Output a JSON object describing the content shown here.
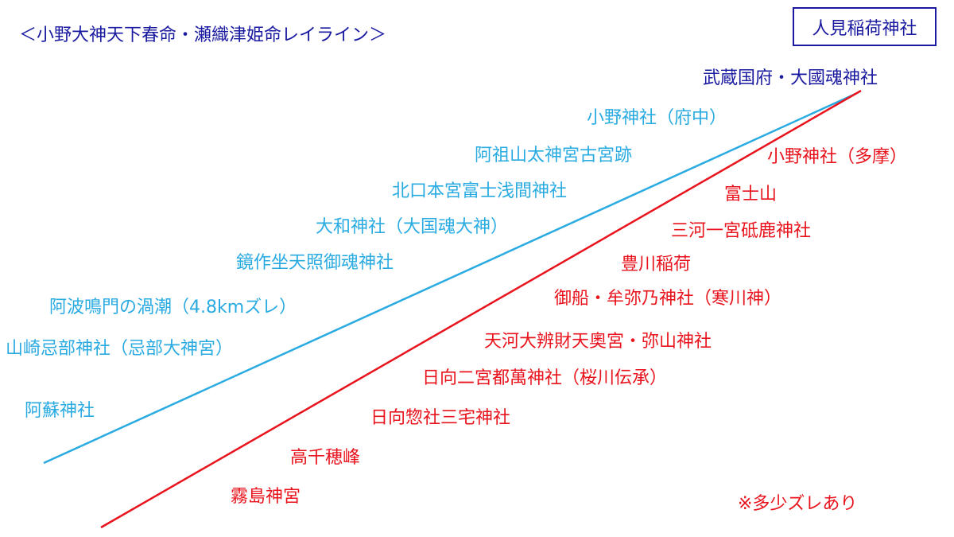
{
  "title": "＜小野大神天下春命・瀬織津姫命レイライン＞",
  "boxed_label": "人見稲荷神社",
  "top_label": "武蔵国府・大國魂神社",
  "blue_line": {
    "color": "#29abe2",
    "labels": [
      "小野神社（府中）",
      "阿祖山太神宮古宮跡",
      "北口本宮富士浅間神社",
      "大和神社（大国魂大神）",
      "鏡作坐天照御魂神社",
      "阿波鳴門の渦潮（4.8kmズレ）",
      "山崎忌部神社（忌部大神宮）",
      "阿蘇神社"
    ]
  },
  "red_line": {
    "color": "#e8131c",
    "labels": [
      "小野神社（多摩）",
      "富士山",
      "三河一宮砥鹿神社",
      "豊川稲荷",
      "御船・牟弥乃神社（寒川神）",
      "天河大辨財天奧宮・弥山神社",
      "日向二宮都萬神社（桜川伝承）",
      "日向惣社三宅神社",
      "高千穂峰",
      "霧島神宮"
    ]
  },
  "note": "※多少ズレあり"
}
